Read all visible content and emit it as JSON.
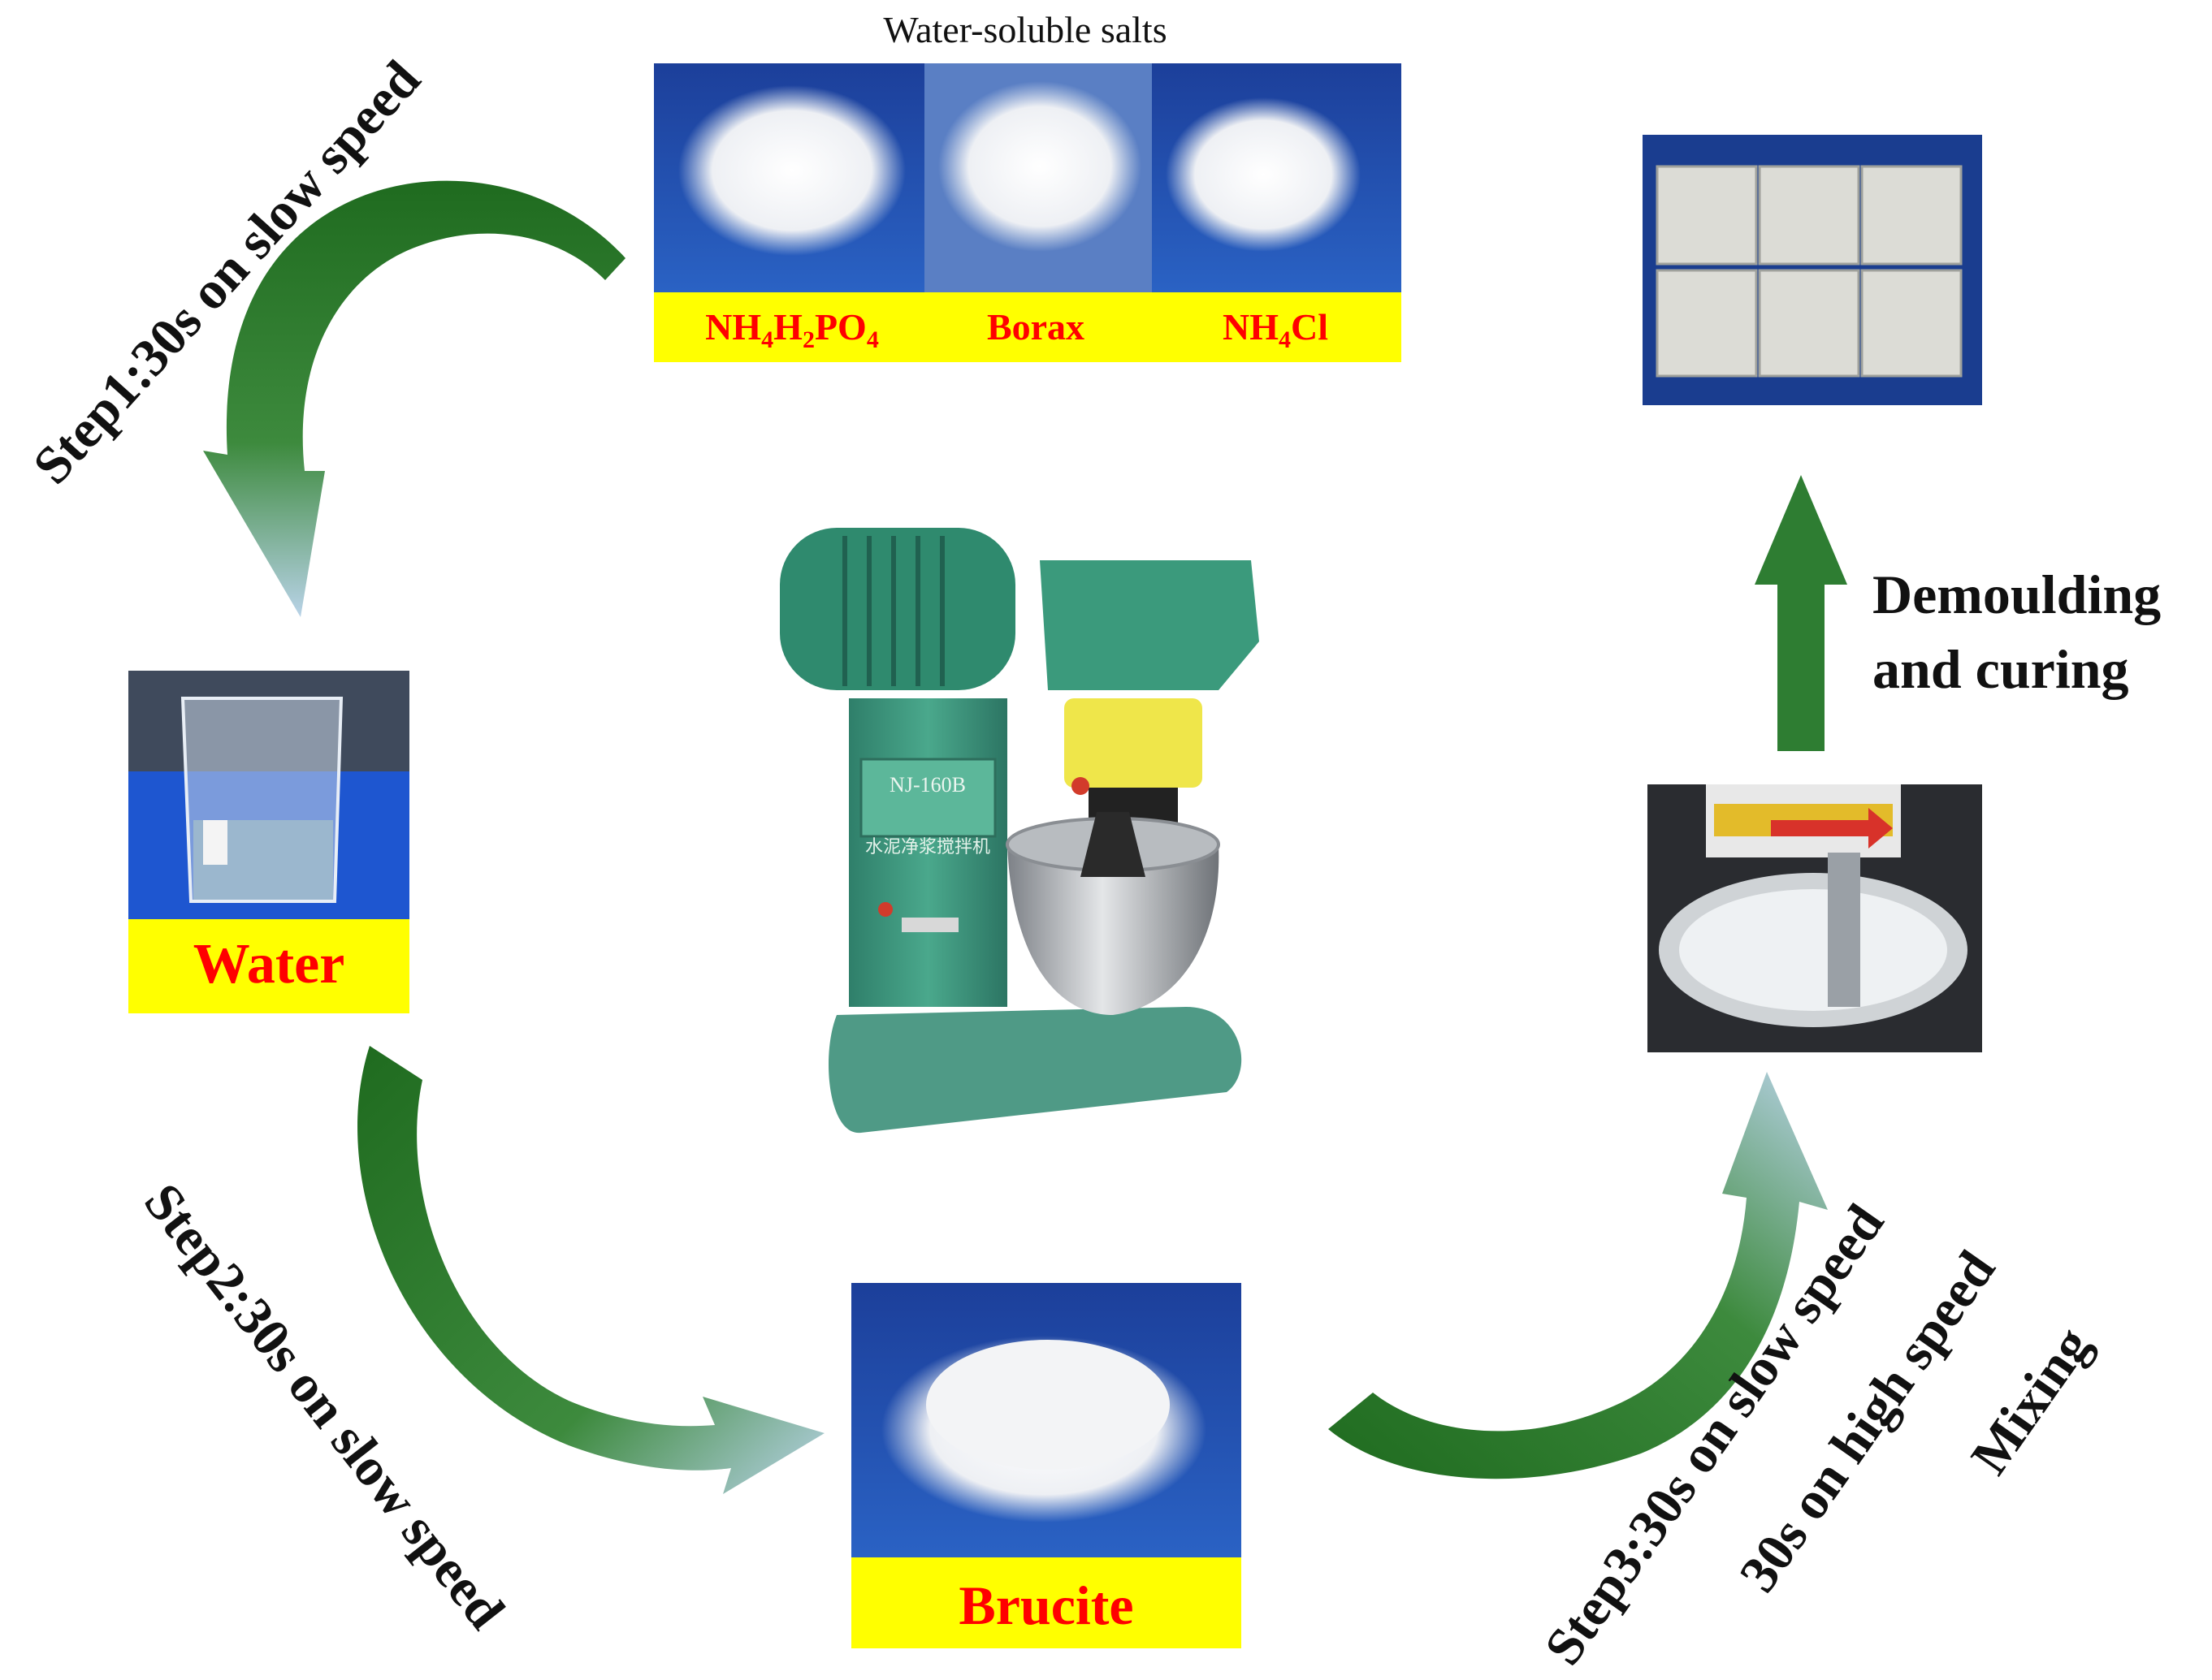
{
  "salts": {
    "heading": "Water-soluble salts",
    "items": [
      {
        "base": "NH",
        "parts": [
          [
            "4",
            "H"
          ],
          [
            "2",
            "PO"
          ],
          [
            "4",
            ""
          ]
        ]
      },
      {
        "base": "Borax",
        "parts": []
      },
      {
        "base": "NH",
        "parts": [
          [
            "4",
            "Cl"
          ]
        ]
      }
    ],
    "labels_plain": [
      "NH4H2PO4",
      "Borax",
      "NH4Cl"
    ]
  },
  "water": {
    "label": "Water"
  },
  "brucite": {
    "label": "Brucite"
  },
  "mixer": {
    "plate": "NJ-160B",
    "body_text": "水泥净浆搅拌机"
  },
  "steps": {
    "step1": "Step1:30s on slow speed",
    "step2": "Step2:30s on slow speed",
    "step3_line1": "Step3:30s on slow speed",
    "step3_line2": "30s on high speed",
    "step3_line3": "Mixing"
  },
  "curing": {
    "line1": "Demoulding",
    "line2": "and curing"
  },
  "colors": {
    "arrow_green": "#2e7d32",
    "label_yellow": "#ffff00",
    "label_red": "#ff0000",
    "photo_blue": "#1e4ba8"
  }
}
